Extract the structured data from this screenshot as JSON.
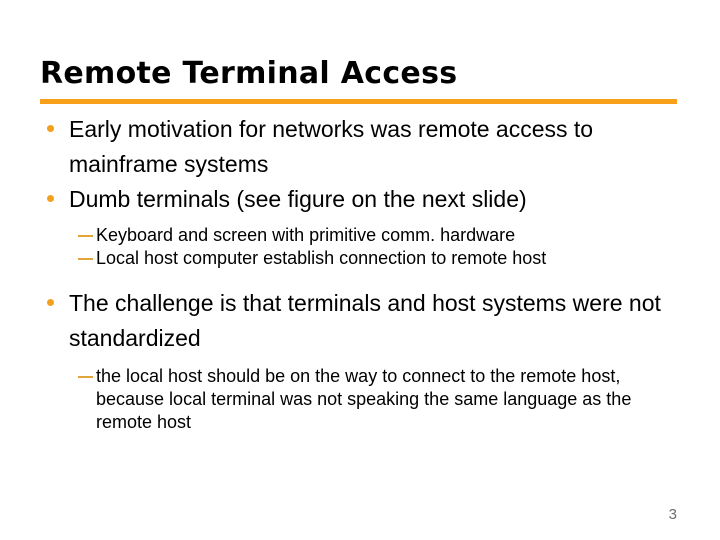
{
  "slide": {
    "title": "Remote Terminal Access",
    "page_number": "3",
    "accent_color": "#F9A01B",
    "bullet_dot_color": "#F2A01E",
    "dash_marker_color": "#E0A63A",
    "text_color": "#000000",
    "background_color": "#FFFFFF",
    "page_number_color": "#6E6E6E"
  },
  "content": {
    "bullets": [
      {
        "level": 1,
        "marker": "round-dot",
        "text": "Early motivation for networks was remote access to mainframe systems"
      },
      {
        "level": 1,
        "marker": "round-dot",
        "text": "Dumb terminals (see figure on the next slide)"
      },
      {
        "level": 2,
        "marker": "em-dash",
        "text": "Keyboard and screen with primitive comm. hardware"
      },
      {
        "level": 2,
        "marker": "em-dash",
        "text": "Local host computer establish connection to remote host"
      },
      {
        "level": 1,
        "marker": "round-dot",
        "text": "The challenge is that terminals and host systems were not standardized"
      },
      {
        "level": 2,
        "marker": "em-dash",
        "text": "the local host should be on the way to connect to the remote host, because local terminal was not speaking the same language as the remote host"
      }
    ]
  }
}
